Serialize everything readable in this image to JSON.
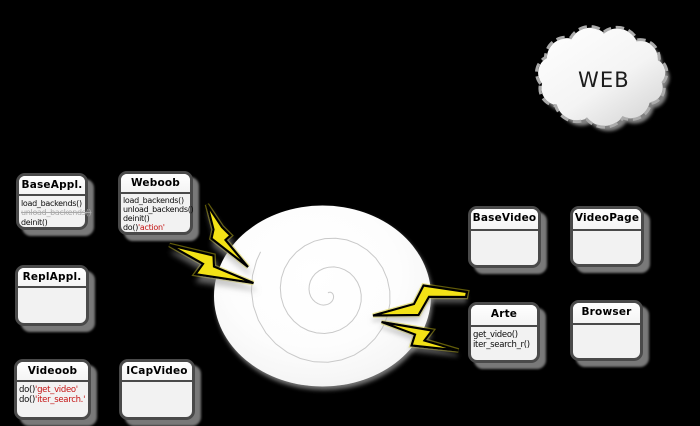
{
  "cloud": {
    "label": "WEB"
  },
  "classes": {
    "base_appl": {
      "title": "BaseAppl.",
      "methods": [
        "load_backends()",
        "unload_backends()",
        "deinit()"
      ]
    },
    "weboob": {
      "title": "Weboob",
      "methods": [
        "load_backends()",
        "unload_backends()",
        "deinit()"
      ],
      "do_line": {
        "prefix": "do()",
        "arg": "'action'"
      }
    },
    "repl_appl": {
      "title": "ReplAppl."
    },
    "videoob": {
      "title": "Videoob",
      "do_lines": [
        {
          "prefix": "do()",
          "arg": "'get_video'"
        },
        {
          "prefix": "do()",
          "arg": "'iter_search.'"
        }
      ]
    },
    "icap_video": {
      "title": "ICapVideo"
    },
    "base_video": {
      "title": "BaseVideo"
    },
    "video_page": {
      "title": "VideoPage"
    },
    "arte": {
      "title": "Arte",
      "methods": [
        "get_video()",
        "iter_search_r()"
      ]
    },
    "browser": {
      "title": "Browser"
    }
  },
  "colors": {
    "background": "#000000",
    "box_border": "#4a4a4a",
    "box_fill": "#f2f2f2",
    "method_red": "#c41414",
    "deprecated_gray": "#a9a9a9",
    "bolt_yellow": "#f2e214",
    "ball_white": "#ffffff"
  }
}
